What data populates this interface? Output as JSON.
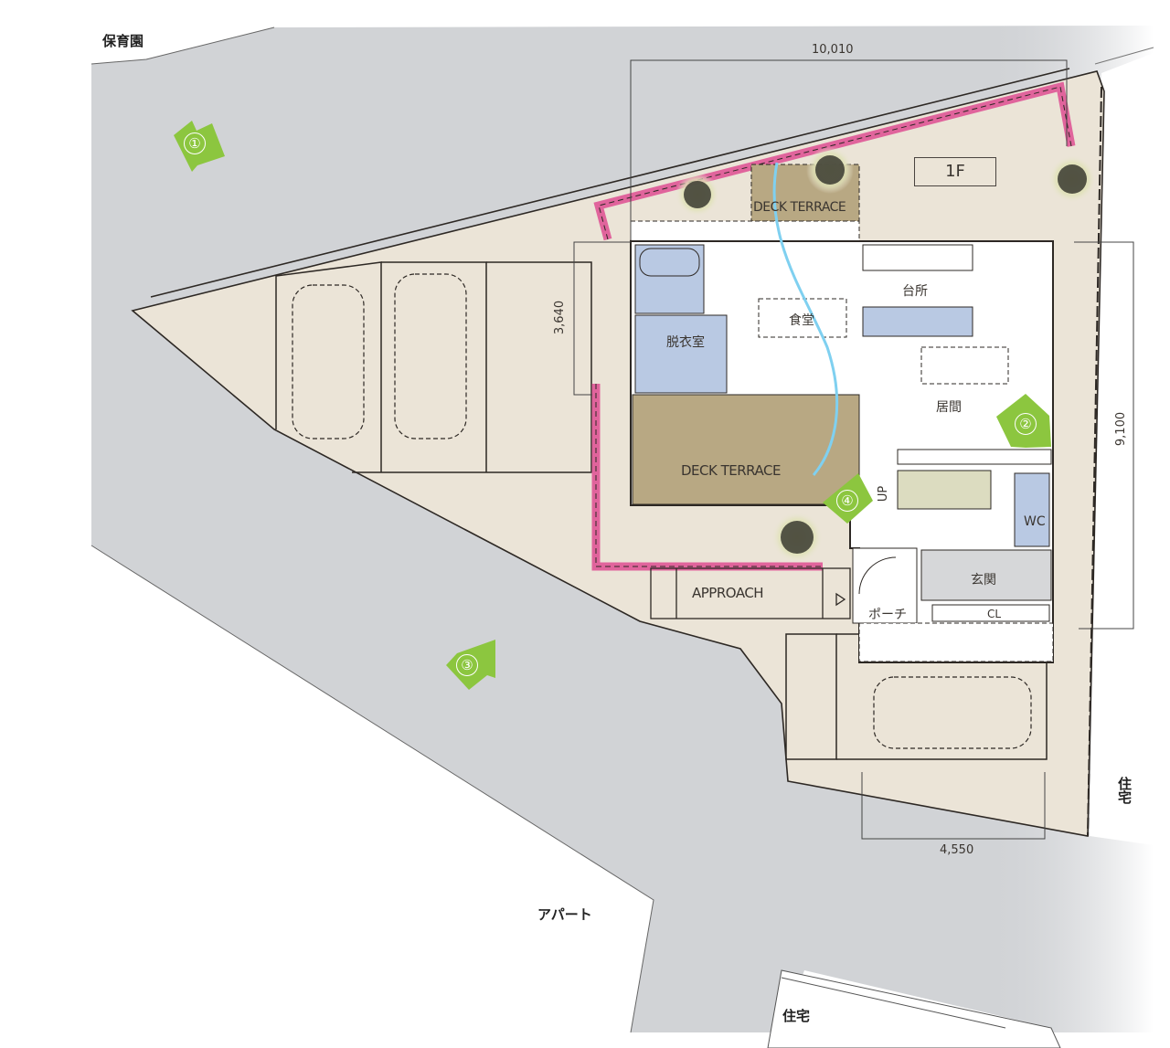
{
  "floor_label": "1F",
  "colors": {
    "road": "#d1d3d6",
    "site": "#ebe4d7",
    "interior": "#ffffff",
    "wet_area": "#b9c9e3",
    "entrance": "#d6d7d9",
    "deck": "#b8a883",
    "stairs": "#dcdcc0",
    "fence": "#e0649c",
    "arrow": "#8cc63f",
    "flow": "#7fd0f0",
    "line": "#3a3530"
  },
  "neighbors": {
    "north": "保育園",
    "east": "住宅",
    "southwest": "アパート",
    "south": "住宅"
  },
  "dimensions": {
    "width_total": "10,010",
    "depth_total": "9,100",
    "depth_partial": "3,640",
    "width_partial": "4,550"
  },
  "rooms": {
    "dining": "食堂",
    "kitchen": "台所",
    "living": "居間",
    "dressing": "脱衣室",
    "entrance": "玄関",
    "porch": "ポーチ",
    "wc": "WC",
    "closet": "CL",
    "stairs_up": "UP",
    "deck_north": "DECK TERRACE",
    "deck_south": "DECK TERRACE",
    "approach": "APPROACH"
  },
  "view_arrows": [
    {
      "id": "1",
      "glyph": "①"
    },
    {
      "id": "2",
      "glyph": "②"
    },
    {
      "id": "3",
      "glyph": "③"
    },
    {
      "id": "4",
      "glyph": "④"
    }
  ],
  "parking": {
    "west_spaces": 2,
    "south_spaces": 1
  }
}
